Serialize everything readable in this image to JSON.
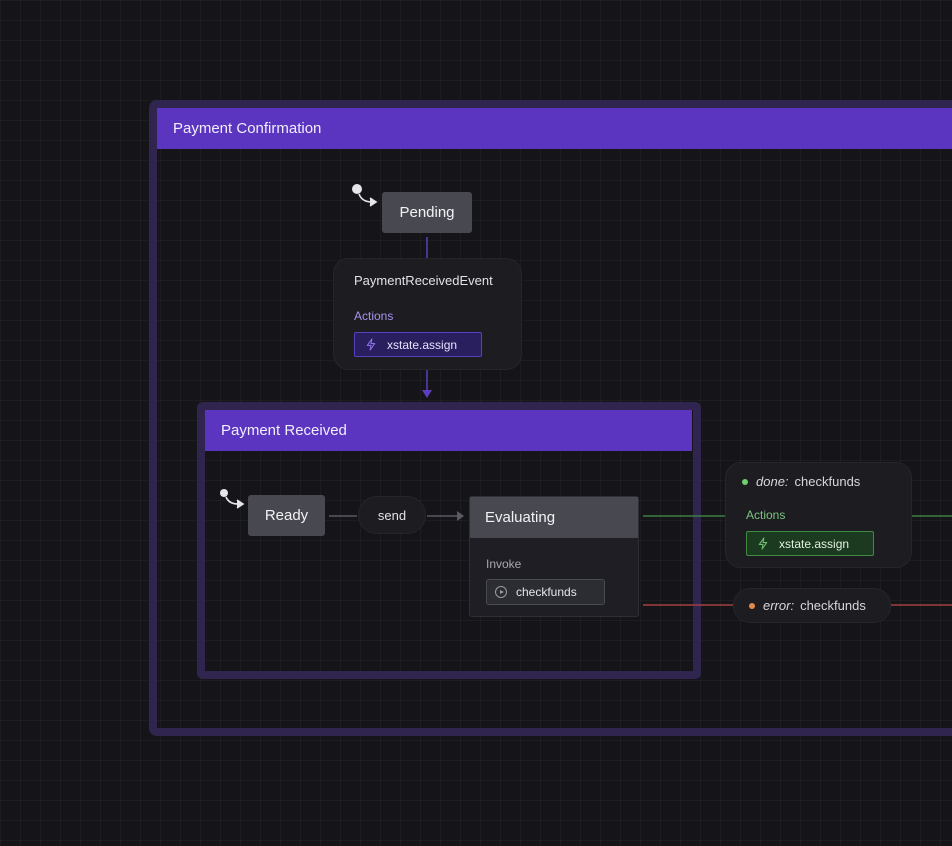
{
  "outer_state": {
    "title": "Payment Confirmation"
  },
  "inner_state": {
    "title": "Payment Received"
  },
  "states": {
    "pending": "Pending",
    "ready": "Ready",
    "evaluating": "Evaluating"
  },
  "evaluating": {
    "invoke_label": "Invoke",
    "invoke_service": "checkfunds"
  },
  "events": {
    "payment_received": {
      "name": "PaymentReceivedEvent",
      "actions_label": "Actions",
      "action": "xstate.assign"
    },
    "send": {
      "name": "send"
    },
    "done": {
      "kind": "done:",
      "name": "checkfunds",
      "actions_label": "Actions",
      "action": "xstate.assign"
    },
    "error": {
      "kind": "error:",
      "name": "checkfunds"
    }
  },
  "colors": {
    "background": "#151519",
    "parent_header": "#5b35c0",
    "parent_border": "#30254f",
    "state": "#484850",
    "done": "#3f8a45",
    "error": "#b04545"
  }
}
